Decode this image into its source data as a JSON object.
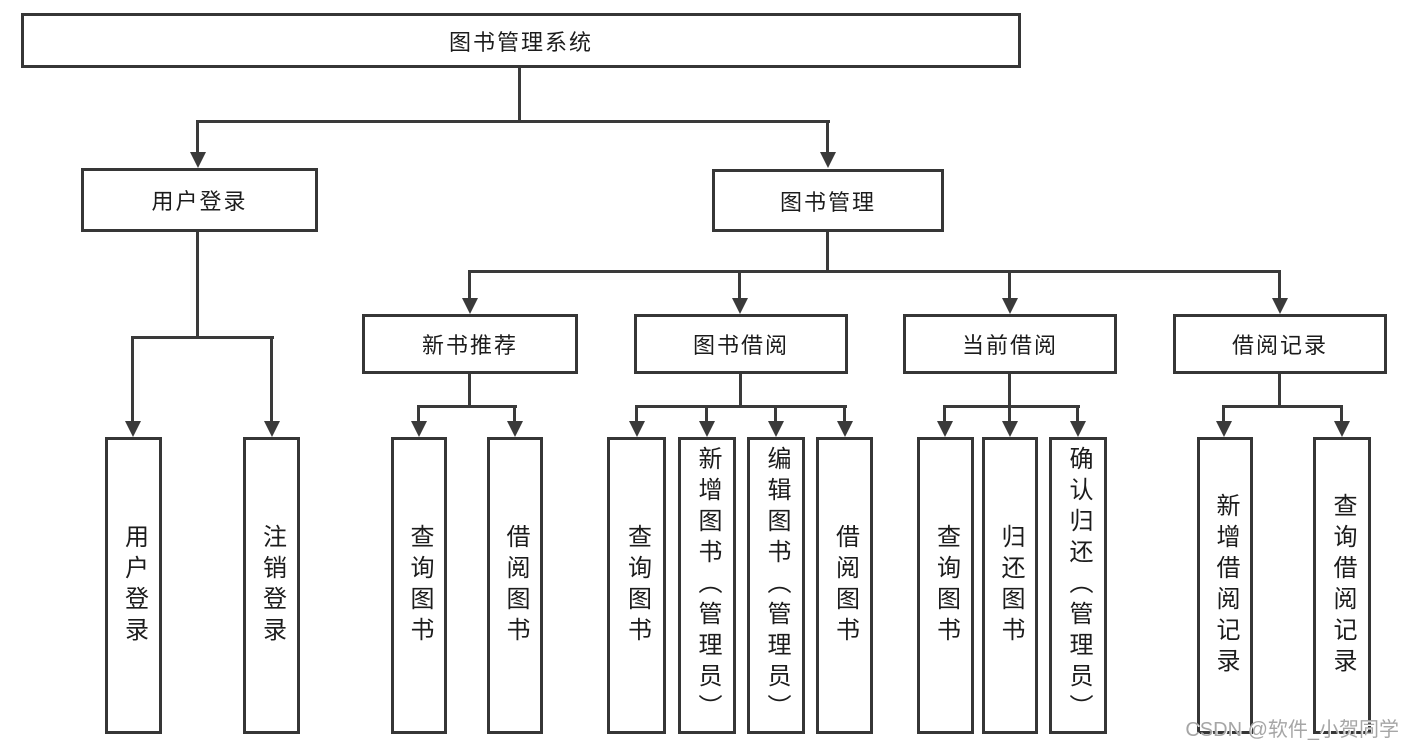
{
  "diagram": {
    "root": {
      "label": "图书管理系统"
    },
    "branches": [
      {
        "label": "用户登录",
        "leaves": [
          {
            "label": "用户登录"
          },
          {
            "label": "注销登录"
          }
        ]
      },
      {
        "label": "图书管理",
        "groups": [
          {
            "label": "新书推荐",
            "leaves": [
              {
                "label": "查询图书"
              },
              {
                "label": "借阅图书"
              }
            ]
          },
          {
            "label": "图书借阅",
            "leaves": [
              {
                "label": "查询图书"
              },
              {
                "label": "新增图书（管理员）"
              },
              {
                "label": "编辑图书（管理员）"
              },
              {
                "label": "借阅图书"
              }
            ]
          },
          {
            "label": "当前借阅",
            "leaves": [
              {
                "label": "查询图书"
              },
              {
                "label": "归还图书"
              },
              {
                "label": "确认归还（管理员）"
              }
            ]
          },
          {
            "label": "借阅记录",
            "leaves": [
              {
                "label": "新增借阅记录"
              },
              {
                "label": "查询借阅记录"
              }
            ]
          }
        ]
      }
    ]
  },
  "watermark": {
    "text": "CSDN @软件_小贺同学",
    "color": "#a6a6a6"
  },
  "colors": {
    "line": "#3a3a3a",
    "border": "#363636",
    "background": "#ffffff"
  }
}
